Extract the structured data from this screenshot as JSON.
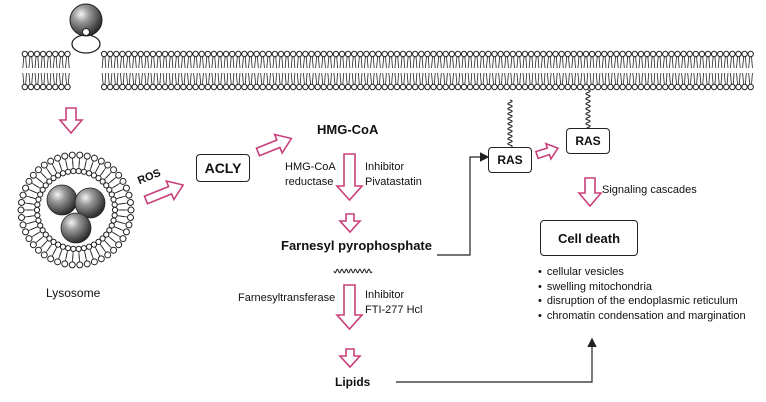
{
  "labels": {
    "lysosome": "Lysosome",
    "ros": "ROS",
    "acly": "ACLY",
    "hmg_coa": "HMG-CoA",
    "hmg_coa_reductase_line1": "HMG-CoA",
    "hmg_coa_reductase_line2": "reductase",
    "inhibitor_1_line1": "Inhibitor",
    "inhibitor_1_line2": "Pivatastatin",
    "farnesyl_pyrophosphate": "Farnesyl pyrophosphate",
    "farnesyltransferase": "Farnesyltransferase",
    "inhibitor_2_line1": "Inhibitor",
    "inhibitor_2_line2": "FTI-277 Hcl",
    "lipids": "Lipids",
    "ras_1": "RAS",
    "ras_2": "RAS",
    "signaling_cascades": "Signaling cascades",
    "cell_death": "Cell death"
  },
  "cell_death_effects": [
    "cellular vesicles",
    "swelling mitochondria",
    "disruption of the endoplasmic reticulum",
    "chromatin condensation and margination"
  ],
  "colors": {
    "arrow_outline": "#c8407a",
    "line": "#222222",
    "sphere": "#6e6e6e"
  }
}
